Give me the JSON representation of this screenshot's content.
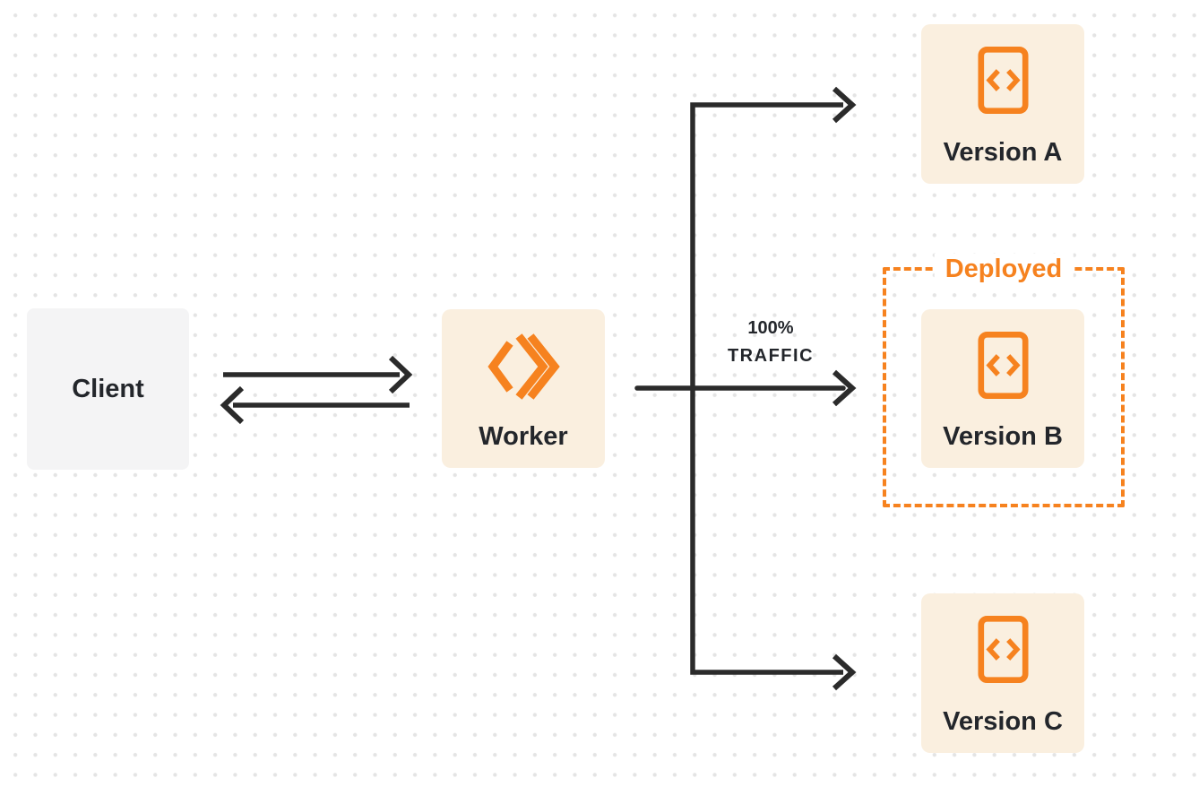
{
  "colors": {
    "orange": "#f6821f",
    "cream": "#faefdf",
    "graybox": "#f4f4f5",
    "line": "#2b2b2b",
    "text": "#23262b",
    "dot": "#e4e4e4"
  },
  "nodes": {
    "client": {
      "label": "Client"
    },
    "worker": {
      "label": "Worker",
      "icon": "workers-logo-icon"
    },
    "version_a": {
      "label": "Version A",
      "icon": "code-file-icon"
    },
    "version_b": {
      "label": "Version B",
      "icon": "code-file-icon"
    },
    "version_c": {
      "label": "Version C",
      "icon": "code-file-icon"
    }
  },
  "annotations": {
    "deployed": {
      "label": "Deployed"
    },
    "traffic": {
      "line1": "100%",
      "line2": "TRAFFIC"
    }
  }
}
